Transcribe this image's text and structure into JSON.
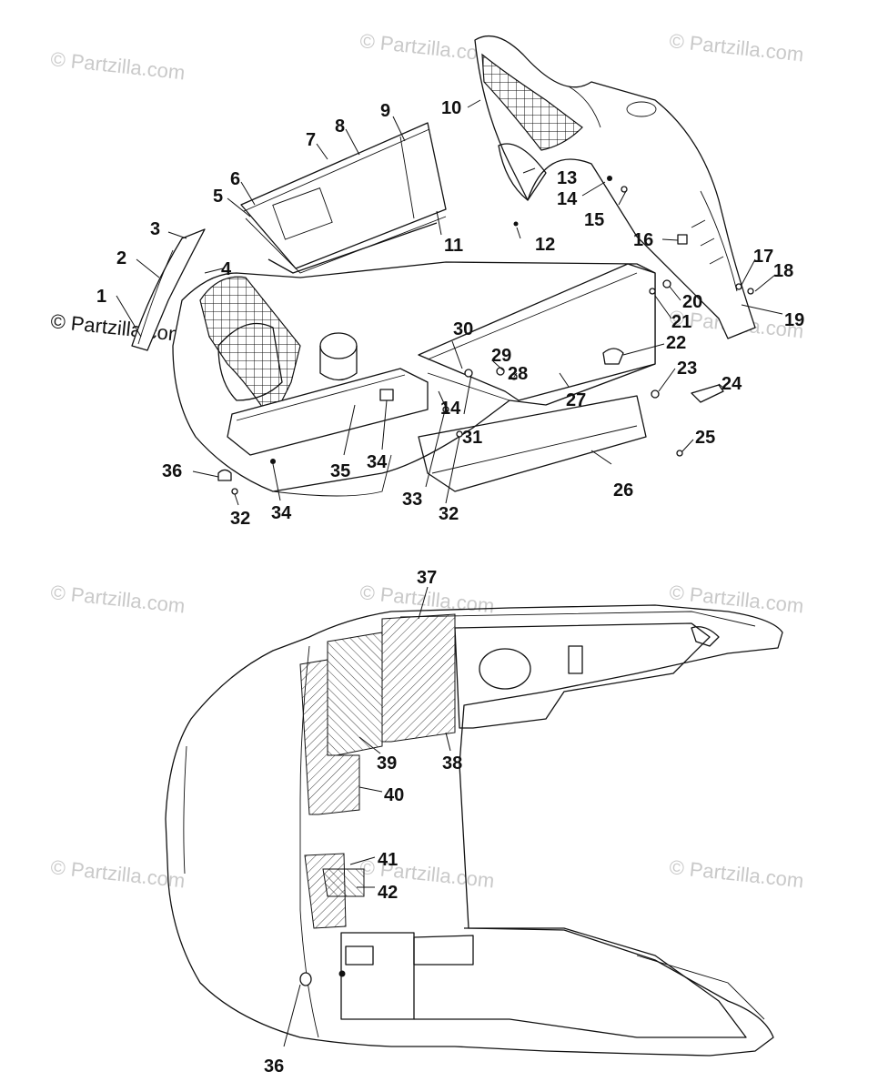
{
  "watermark": "© Partzilla.com",
  "callouts_top": [
    {
      "label": "1"
    },
    {
      "label": "2"
    },
    {
      "label": "3"
    },
    {
      "label": "4"
    },
    {
      "label": "5"
    },
    {
      "label": "6"
    },
    {
      "label": "7"
    },
    {
      "label": "8"
    },
    {
      "label": "9"
    },
    {
      "label": "10"
    },
    {
      "label": "11"
    },
    {
      "label": "12"
    },
    {
      "label": "13"
    },
    {
      "label": "14"
    },
    {
      "label": "15"
    },
    {
      "label": "16"
    },
    {
      "label": "17"
    },
    {
      "label": "18"
    },
    {
      "label": "19"
    },
    {
      "label": "20"
    },
    {
      "label": "21"
    },
    {
      "label": "22"
    },
    {
      "label": "23"
    },
    {
      "label": "24"
    },
    {
      "label": "25"
    },
    {
      "label": "26"
    },
    {
      "label": "27"
    },
    {
      "label": "28"
    },
    {
      "label": "29"
    },
    {
      "label": "30"
    },
    {
      "label": "31"
    },
    {
      "label": "14"
    },
    {
      "label": "32"
    },
    {
      "label": "33"
    },
    {
      "label": "34"
    },
    {
      "label": "35"
    },
    {
      "label": "36"
    },
    {
      "label": "32"
    },
    {
      "label": "34"
    }
  ],
  "callouts_bottom": [
    {
      "label": "37"
    },
    {
      "label": "38"
    },
    {
      "label": "39"
    },
    {
      "label": "40"
    },
    {
      "label": "41"
    },
    {
      "label": "42"
    },
    {
      "label": "36"
    }
  ]
}
